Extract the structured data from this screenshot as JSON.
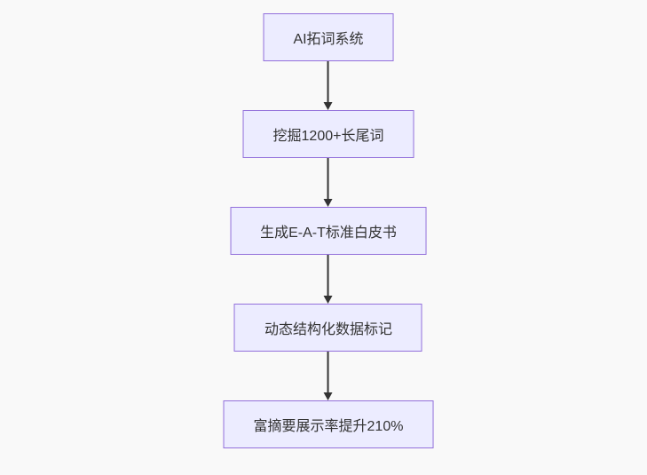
{
  "diagram": {
    "type": "flowchart-top-down",
    "colors": {
      "background": "#f9f9f9",
      "node_fill": "#ECECFF",
      "node_border": "#9370DB",
      "node_text": "#333333",
      "edge": "#333333"
    },
    "nodes": [
      {
        "label": "AI拓词系统"
      },
      {
        "label": "挖掘1200+长尾词"
      },
      {
        "label": "生成E-A-T标准白皮书"
      },
      {
        "label": "动态结构化数据标记"
      },
      {
        "label": "富摘要展示率提升210%"
      }
    ],
    "edges": [
      {
        "from": 0,
        "to": 1
      },
      {
        "from": 1,
        "to": 2
      },
      {
        "from": 2,
        "to": 3
      },
      {
        "from": 3,
        "to": 4
      }
    ]
  }
}
